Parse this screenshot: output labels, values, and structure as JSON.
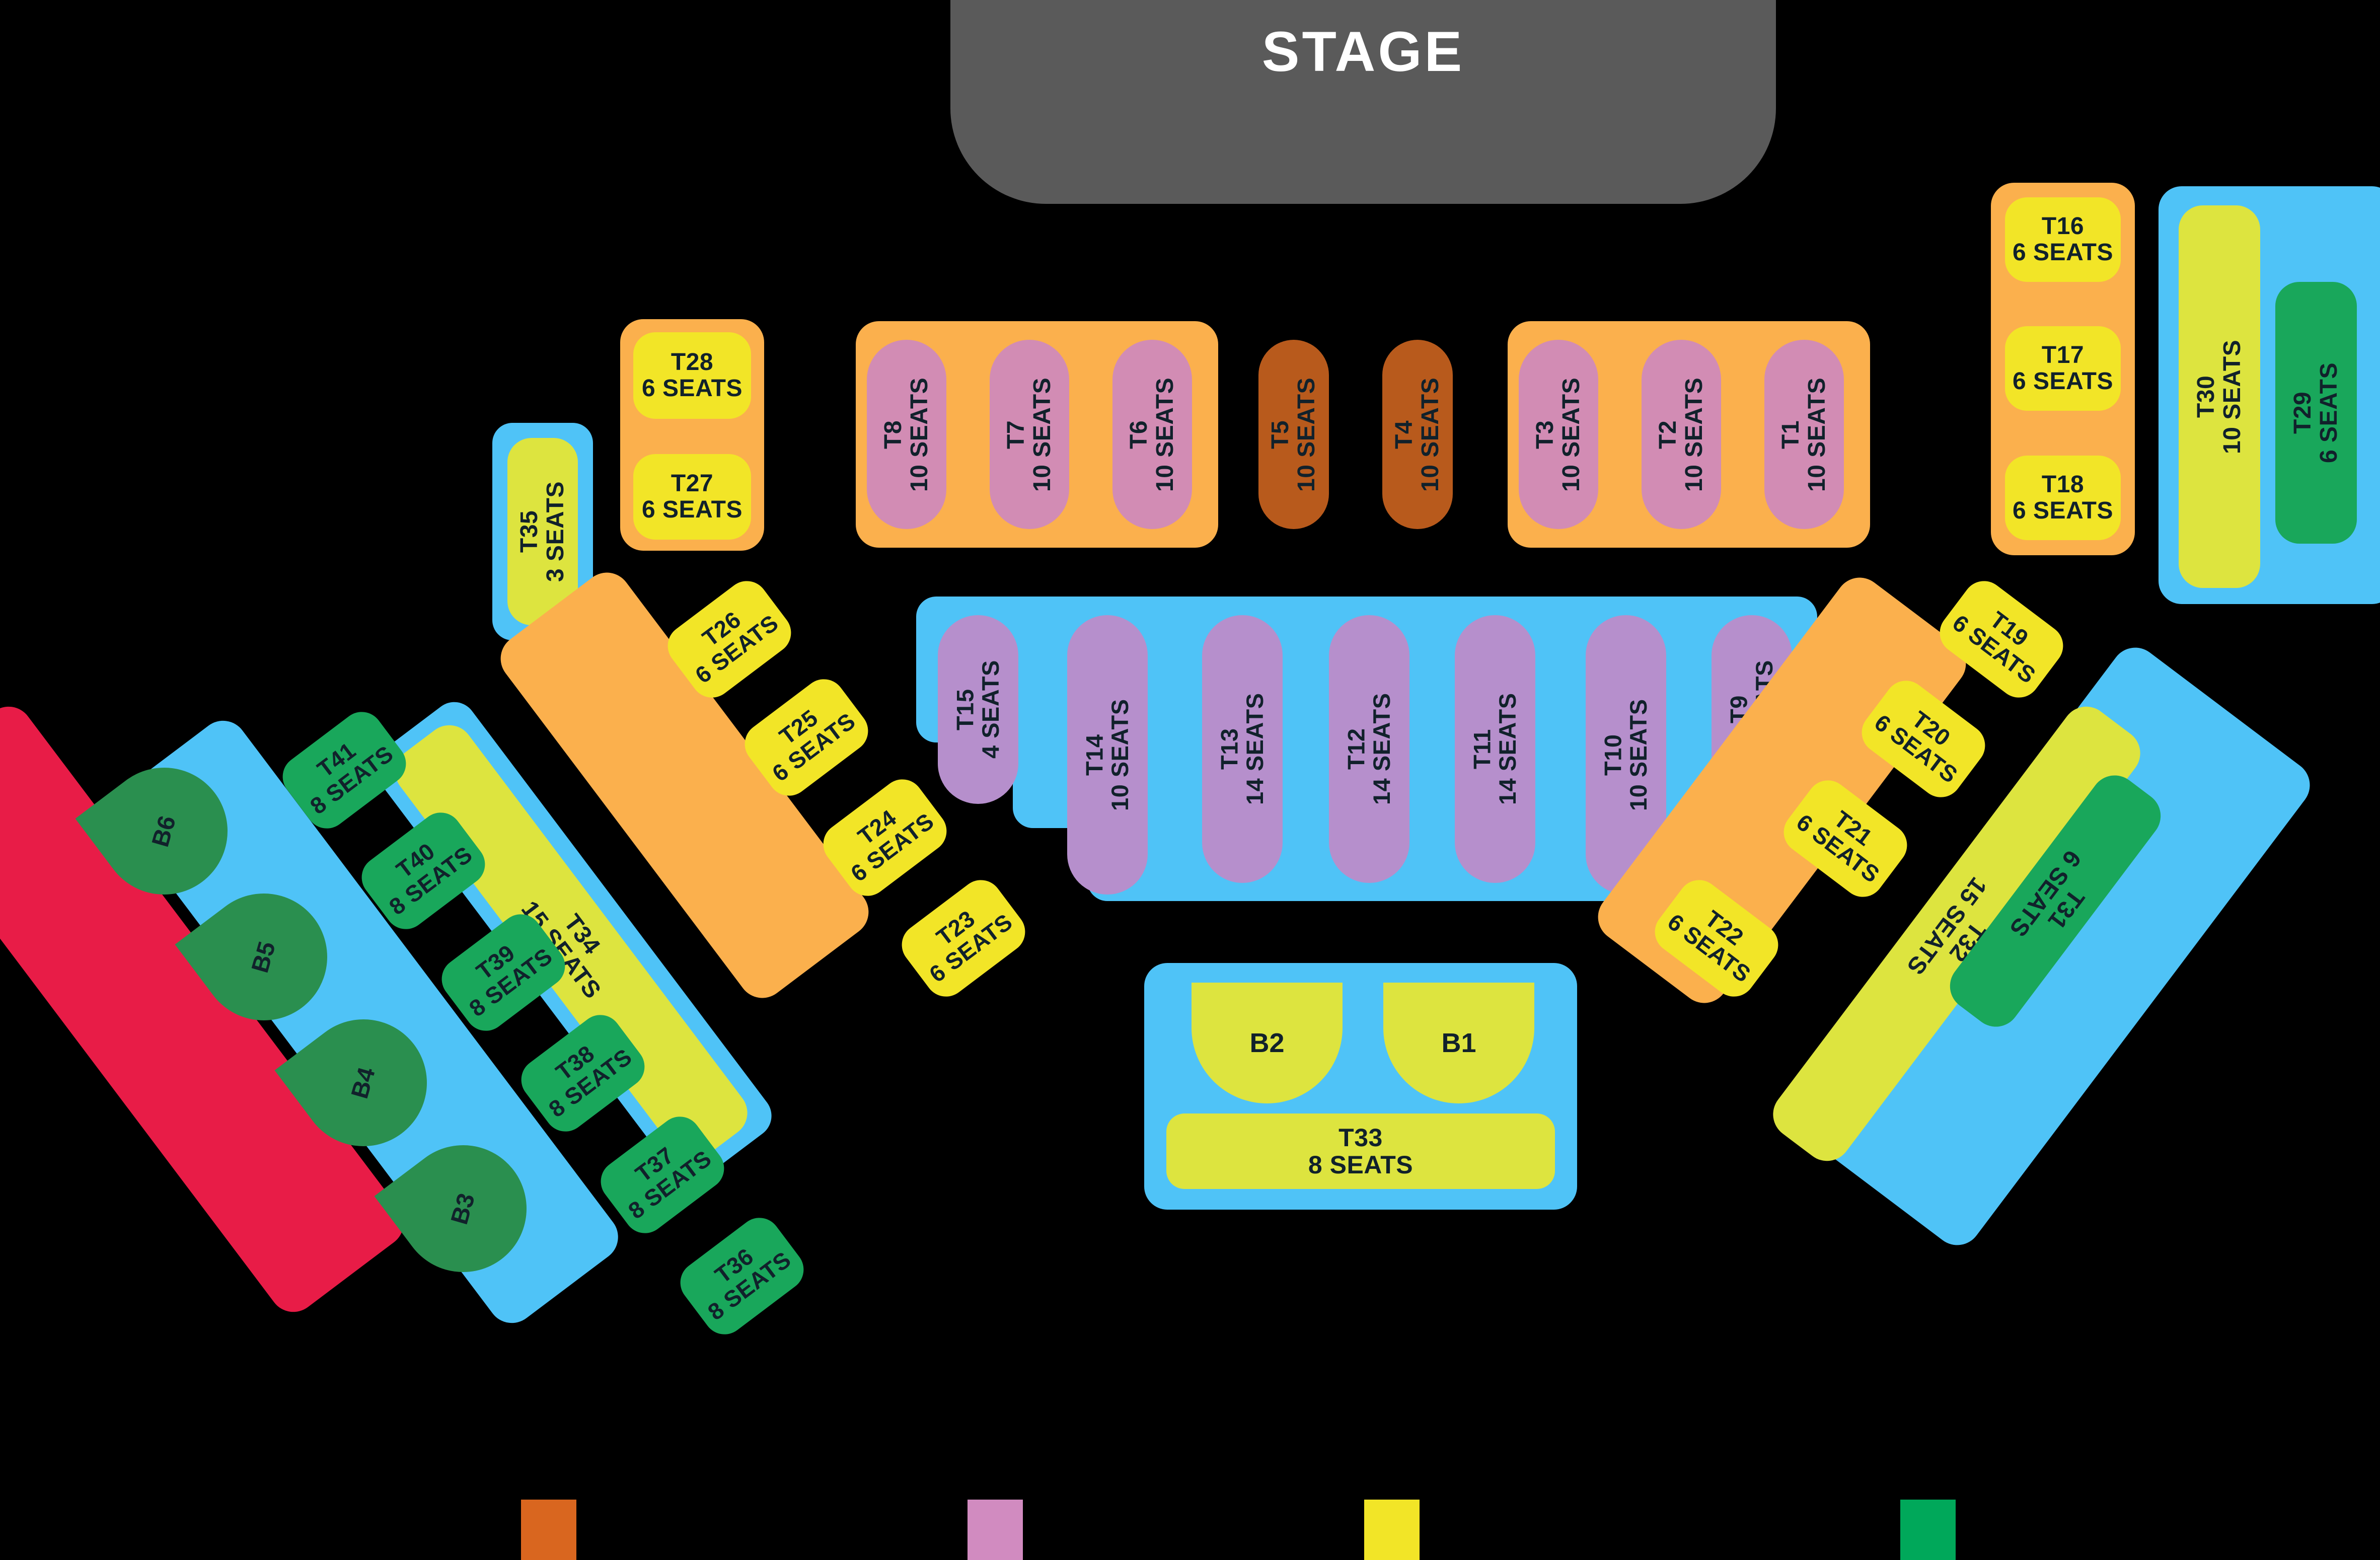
{
  "stage": {
    "label": "STAGE"
  },
  "seat_word": "SEATS",
  "colors": {
    "background": "#000000",
    "stage": "#5a5a5a",
    "zone_orange": "#FBB04D",
    "zone_blue": "#4FC3F7",
    "zone_red": "#E81C47",
    "table_purple": "#D28CB4",
    "table_violet": "#B68FCC",
    "table_brown": "#B85A1C",
    "table_yellow": "#F2E527",
    "table_chartreuse": "#DDE43F",
    "table_green": "#19A75B",
    "table_dark_green": "#2A8F4F",
    "text": "#11212b",
    "stage_text": "#ffffff"
  },
  "legend": {
    "swatches": [
      {
        "name": "legend-swatch-brown",
        "color": "#D9661F"
      },
      {
        "name": "legend-swatch-pink",
        "color": "#D18BC0"
      },
      {
        "name": "legend-swatch-yellow",
        "color": "#F2E527"
      },
      {
        "name": "legend-swatch-green",
        "color": "#00A85A"
      }
    ]
  },
  "tables": {
    "T1": {
      "id": "T1",
      "seats": "10 SEATS"
    },
    "T2": {
      "id": "T2",
      "seats": "10 SEATS"
    },
    "T3": {
      "id": "T3",
      "seats": "10 SEATS"
    },
    "T4": {
      "id": "T4",
      "seats": "10 SEATS"
    },
    "T5": {
      "id": "T5",
      "seats": "10 SEATS"
    },
    "T6": {
      "id": "T6",
      "seats": "10 SEATS"
    },
    "T7": {
      "id": "T7",
      "seats": "10 SEATS"
    },
    "T8": {
      "id": "T8",
      "seats": "10 SEATS"
    },
    "T9": {
      "id": "T9",
      "seats": "4 SEATS"
    },
    "T10": {
      "id": "T10",
      "seats": "10 SEATS"
    },
    "T11": {
      "id": "T11",
      "seats": "14 SEATS"
    },
    "T12": {
      "id": "T12",
      "seats": "14 SEATS"
    },
    "T13": {
      "id": "T13",
      "seats": "14 SEATS"
    },
    "T14": {
      "id": "T14",
      "seats": "10 SEATS"
    },
    "T15": {
      "id": "T15",
      "seats": "4 SEATS"
    },
    "T16": {
      "id": "T16",
      "seats": "6 SEATS"
    },
    "T17": {
      "id": "T17",
      "seats": "6 SEATS"
    },
    "T18": {
      "id": "T18",
      "seats": "6 SEATS"
    },
    "T19": {
      "id": "T19",
      "seats": "6 SEATS"
    },
    "T20": {
      "id": "T20",
      "seats": "6 SEATS"
    },
    "T21": {
      "id": "T21",
      "seats": "6 SEATS"
    },
    "T22": {
      "id": "T22",
      "seats": "6 SEATS"
    },
    "T23": {
      "id": "T23",
      "seats": "6 SEATS"
    },
    "T24": {
      "id": "T24",
      "seats": "6 SEATS"
    },
    "T25": {
      "id": "T25",
      "seats": "6 SEATS"
    },
    "T26": {
      "id": "T26",
      "seats": "6 SEATS"
    },
    "T27": {
      "id": "T27",
      "seats": "6 SEATS"
    },
    "T28": {
      "id": "T28",
      "seats": "6 SEATS"
    },
    "T29": {
      "id": "T29",
      "seats": "6 SEATS"
    },
    "T30": {
      "id": "T30",
      "seats": "10 SEATS"
    },
    "T31": {
      "id": "T31",
      "seats": "6 SEATS"
    },
    "T32": {
      "id": "T32",
      "seats": "15 SEATS"
    },
    "T33": {
      "id": "T33",
      "seats": "8 SEATS"
    },
    "T34": {
      "id": "T34",
      "seats": "15 SEATS"
    },
    "T35": {
      "id": "T35",
      "seats": "3 SEATS"
    },
    "T36": {
      "id": "T36",
      "seats": "8 SEATS"
    },
    "T37": {
      "id": "T37",
      "seats": "8 SEATS"
    },
    "T38": {
      "id": "T38",
      "seats": "8 SEATS"
    },
    "T39": {
      "id": "T39",
      "seats": "8 SEATS"
    },
    "T40": {
      "id": "T40",
      "seats": "8 SEATS"
    },
    "T41": {
      "id": "T41",
      "seats": "8 SEATS"
    }
  },
  "booths": {
    "B1": {
      "id": "B1"
    },
    "B2": {
      "id": "B2"
    },
    "B3": {
      "id": "B3"
    },
    "B4": {
      "id": "B4"
    },
    "B5": {
      "id": "B5"
    },
    "B6": {
      "id": "B6"
    }
  },
  "labels": {
    "T1": "T1\n10 SEATS",
    "T2": "T2\n10 SEATS",
    "T3": "T3\n10 SEATS",
    "T4": "T4\n10 SEATS",
    "T5": "T5\n10 SEATS",
    "T6": "T6\n10 SEATS",
    "T7": "T7\n10 SEATS",
    "T8": "T8\n10 SEATS",
    "T9": "T9\n4 SEATS",
    "T10": "T10\n10 SEATS",
    "T11": "T11\n14 SEATS",
    "T12": "T12\n14 SEATS",
    "T13": "T13\n14 SEATS",
    "T14": "T14\n10 SEATS",
    "T15": "T15\n4 SEATS",
    "T16": "T16\n6 SEATS",
    "T17": "T17\n6 SEATS",
    "T18": "T18\n6 SEATS",
    "T19": "T19\n6 SEATS",
    "T20": "T20\n6 SEATS",
    "T21": "T21\n6 SEATS",
    "T22": "T22\n6 SEATS",
    "T23": "T23\n6 SEATS",
    "T24": "T24\n6 SEATS",
    "T25": "T25\n6 SEATS",
    "T26": "T26\n6 SEATS",
    "T27": "T27\n6 SEATS",
    "T28": "T28\n6 SEATS",
    "T29": "T29\n6 SEATS",
    "T30": "T30\n10 SEATS",
    "T31": "T31\n6 SEATS",
    "T32": "T32\n15 SEATS",
    "T33": "T33\n8 SEATS",
    "T34": "T34\n15 SEATS",
    "T35": "T35\n3 SEATS",
    "T36": "T36\n8 SEATS",
    "T37": "T37\n8 SEATS",
    "T38": "T38\n8 SEATS",
    "T39": "T39\n8 SEATS",
    "T40": "T40\n8 SEATS",
    "T41": "T41\n8 SEATS",
    "B1": "B1",
    "B2": "B2",
    "B3": "B3",
    "B4": "B4",
    "B5": "B5",
    "B6": "B6"
  }
}
